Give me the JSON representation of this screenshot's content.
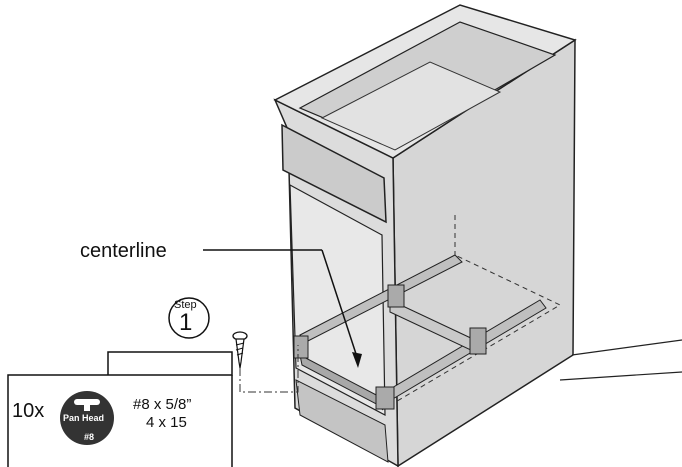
{
  "callout": {
    "centerline_label": "centerline"
  },
  "step": {
    "word": "Step",
    "number": "1"
  },
  "hardware_box": {
    "quantity": "10x",
    "head_type": "Pan Head",
    "head_number": "#8",
    "screw_size": "#8 x 5/8”",
    "metric_size": "4 x 15"
  },
  "colors": {
    "cabinet_fill": "#d9d9d9",
    "cabinet_dark": "#bdbdbd",
    "outline": "#222222",
    "screw_badge": "#333333"
  }
}
